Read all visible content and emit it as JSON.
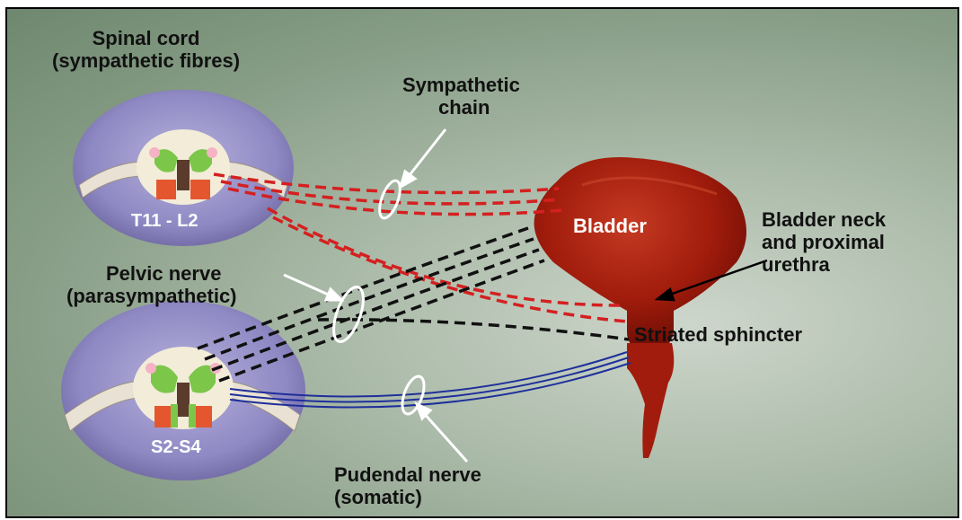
{
  "labels": {
    "spinal_cord": [
      "Spinal cord",
      "(sympathetic fibres)"
    ],
    "sympathetic_chain": [
      "Sympathetic",
      "chain"
    ],
    "upper_segment": "T11 - L2",
    "bladder": "Bladder",
    "bladder_neck": [
      "Bladder neck",
      "and proximal",
      "urethra"
    ],
    "pelvic_nerve": [
      "Pelvic nerve",
      "(parasympathetic)"
    ],
    "striated_sphincter": "Striated sphincter",
    "lower_segment": "S2-S4",
    "pudendal_nerve": [
      "Pudendal nerve",
      "(somatic)"
    ]
  },
  "colors": {
    "sympathetic": "#d42020",
    "parasympathetic": "#111111",
    "somatic": "#1f2f9a",
    "bladder": "#a5200f",
    "cord_disc": "#8c86c2"
  }
}
